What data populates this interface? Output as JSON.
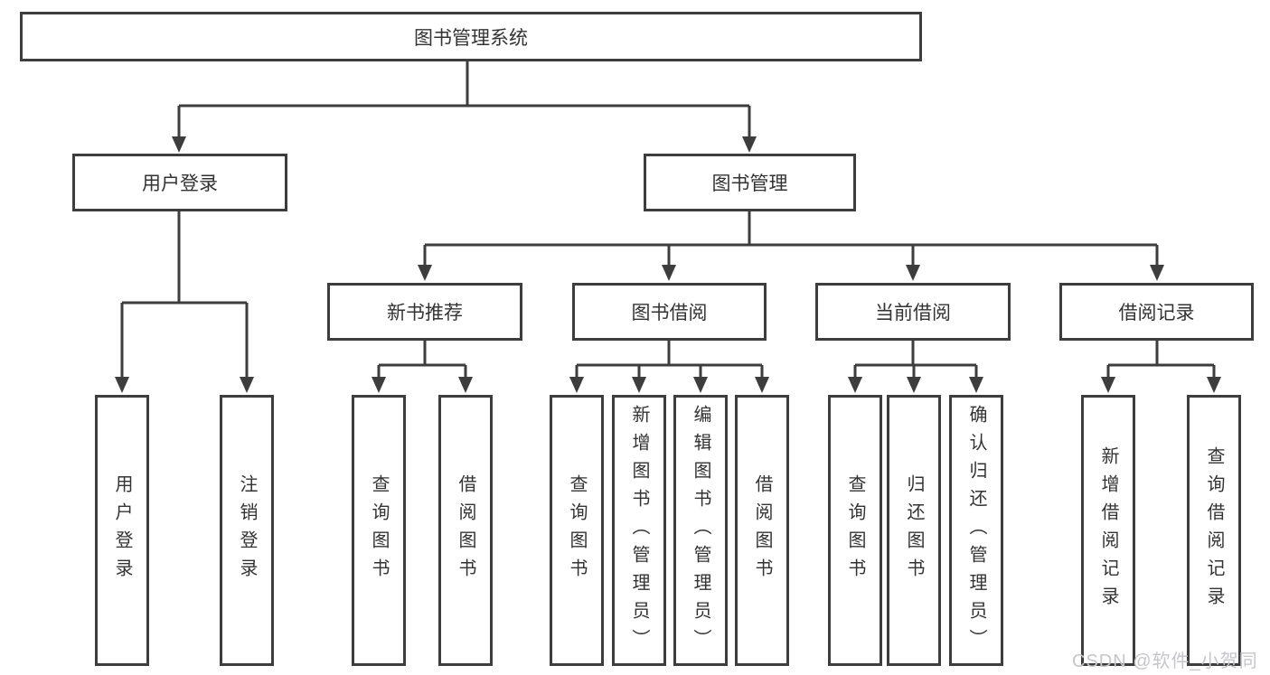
{
  "colors": {
    "line": "#3d3d3d",
    "text": "#333333",
    "background": "#ffffff",
    "watermark": "#c6c6ca"
  },
  "tree": {
    "root": {
      "label": "图书管理系统"
    },
    "children": [
      {
        "label": "用户登录",
        "children": [
          {
            "label": "用户登录"
          },
          {
            "label": "注销登录"
          }
        ]
      },
      {
        "label": "图书管理",
        "children": [
          {
            "label": "新书推荐",
            "children": [
              {
                "label": "查询图书"
              },
              {
                "label": "借阅图书"
              }
            ]
          },
          {
            "label": "图书借阅",
            "children": [
              {
                "label": "查询图书"
              },
              {
                "label": "新增图书（管理员）"
              },
              {
                "label": "编辑图书（管理员）"
              },
              {
                "label": "借阅图书"
              }
            ]
          },
          {
            "label": "当前借阅",
            "children": [
              {
                "label": "查询图书"
              },
              {
                "label": "归还图书"
              },
              {
                "label": "确认归还（管理员）"
              }
            ]
          },
          {
            "label": "借阅记录",
            "children": [
              {
                "label": "新增借阅记录"
              },
              {
                "label": "查询借阅记录"
              }
            ]
          }
        ]
      }
    ]
  },
  "watermark": {
    "text": "CSDN @软件_小贺同学"
  }
}
